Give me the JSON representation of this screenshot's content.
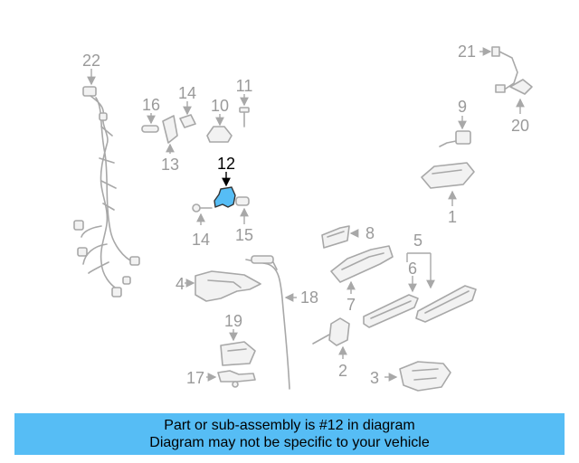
{
  "diagram": {
    "highlight_color": "#56bdf5",
    "highlighted_part": "12",
    "callouts": {
      "n1": "1",
      "n2": "2",
      "n3": "3",
      "n4": "4",
      "n5": "5",
      "n6": "6",
      "n7": "7",
      "n8": "8",
      "n9": "9",
      "n10": "10",
      "n11": "11",
      "n12": "12",
      "n13": "13",
      "n14a": "14",
      "n14b": "14",
      "n15": "15",
      "n16": "16",
      "n17": "17",
      "n18": "18",
      "n19": "19",
      "n20": "20",
      "n21": "21",
      "n22": "22"
    }
  },
  "banner": {
    "background": "#56bdf5",
    "line1": "Part or sub-assembly is #12 in diagram",
    "line2": "Diagram may not be specific to your vehicle"
  }
}
